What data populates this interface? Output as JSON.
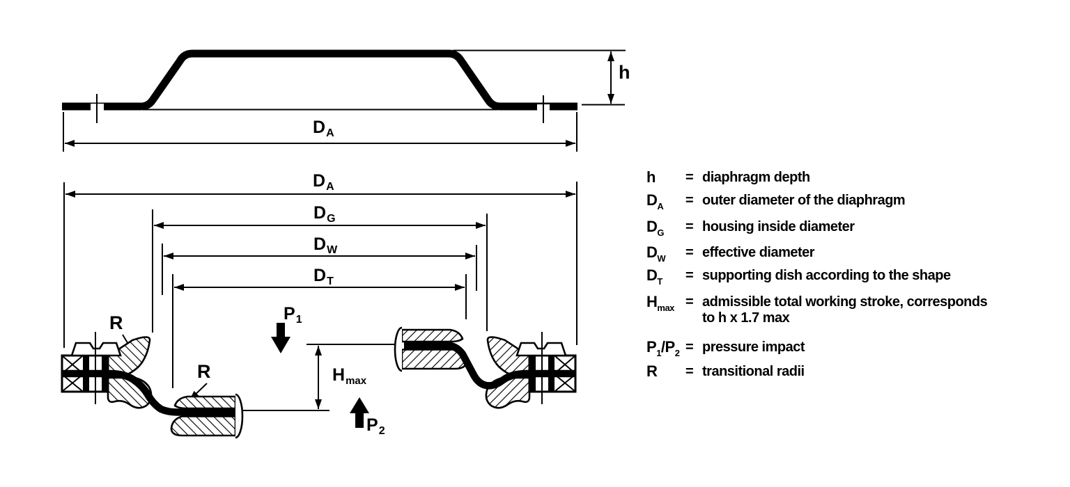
{
  "colors": {
    "ink": "#000000",
    "background": "#ffffff"
  },
  "drawing": {
    "labels": {
      "h": "h",
      "da_main": "D",
      "da_sub": "A",
      "dg_main": "D",
      "dg_sub": "G",
      "dw_main": "D",
      "dw_sub": "W",
      "dt_main": "D",
      "dt_sub": "T",
      "hmax_main": "H",
      "hmax_sub": "max",
      "p1_main": "P",
      "p1_sub": "1",
      "p2_main": "P",
      "p2_sub": "2",
      "r": "R"
    }
  },
  "legend": {
    "rows": [
      {
        "sym": "h",
        "sub": "",
        "eq": "=",
        "text": "diaphragm depth"
      },
      {
        "sym": "D",
        "sub": "A",
        "eq": "=",
        "text": "outer diameter of the diaphragm"
      },
      {
        "sym": "D",
        "sub": "G",
        "eq": "=",
        "text": "housing inside diameter"
      },
      {
        "sym": "D",
        "sub": "W",
        "eq": "=",
        "text": "effective diameter"
      },
      {
        "sym": "D",
        "sub": "T",
        "eq": "=",
        "text": "supporting dish according to the shape"
      },
      {
        "sym": "H",
        "sub": "max",
        "eq": "=",
        "text": "admissible total working stroke, corresponds",
        "text2": "to h x 1.7 max"
      },
      {
        "sym": "P",
        "sub": "1",
        "sym2": "/P",
        "sub2": "2",
        "eq": "=",
        "text": "pressure impact"
      },
      {
        "sym": "R",
        "sub": "",
        "eq": "=",
        "text": "transitional radii"
      }
    ]
  }
}
